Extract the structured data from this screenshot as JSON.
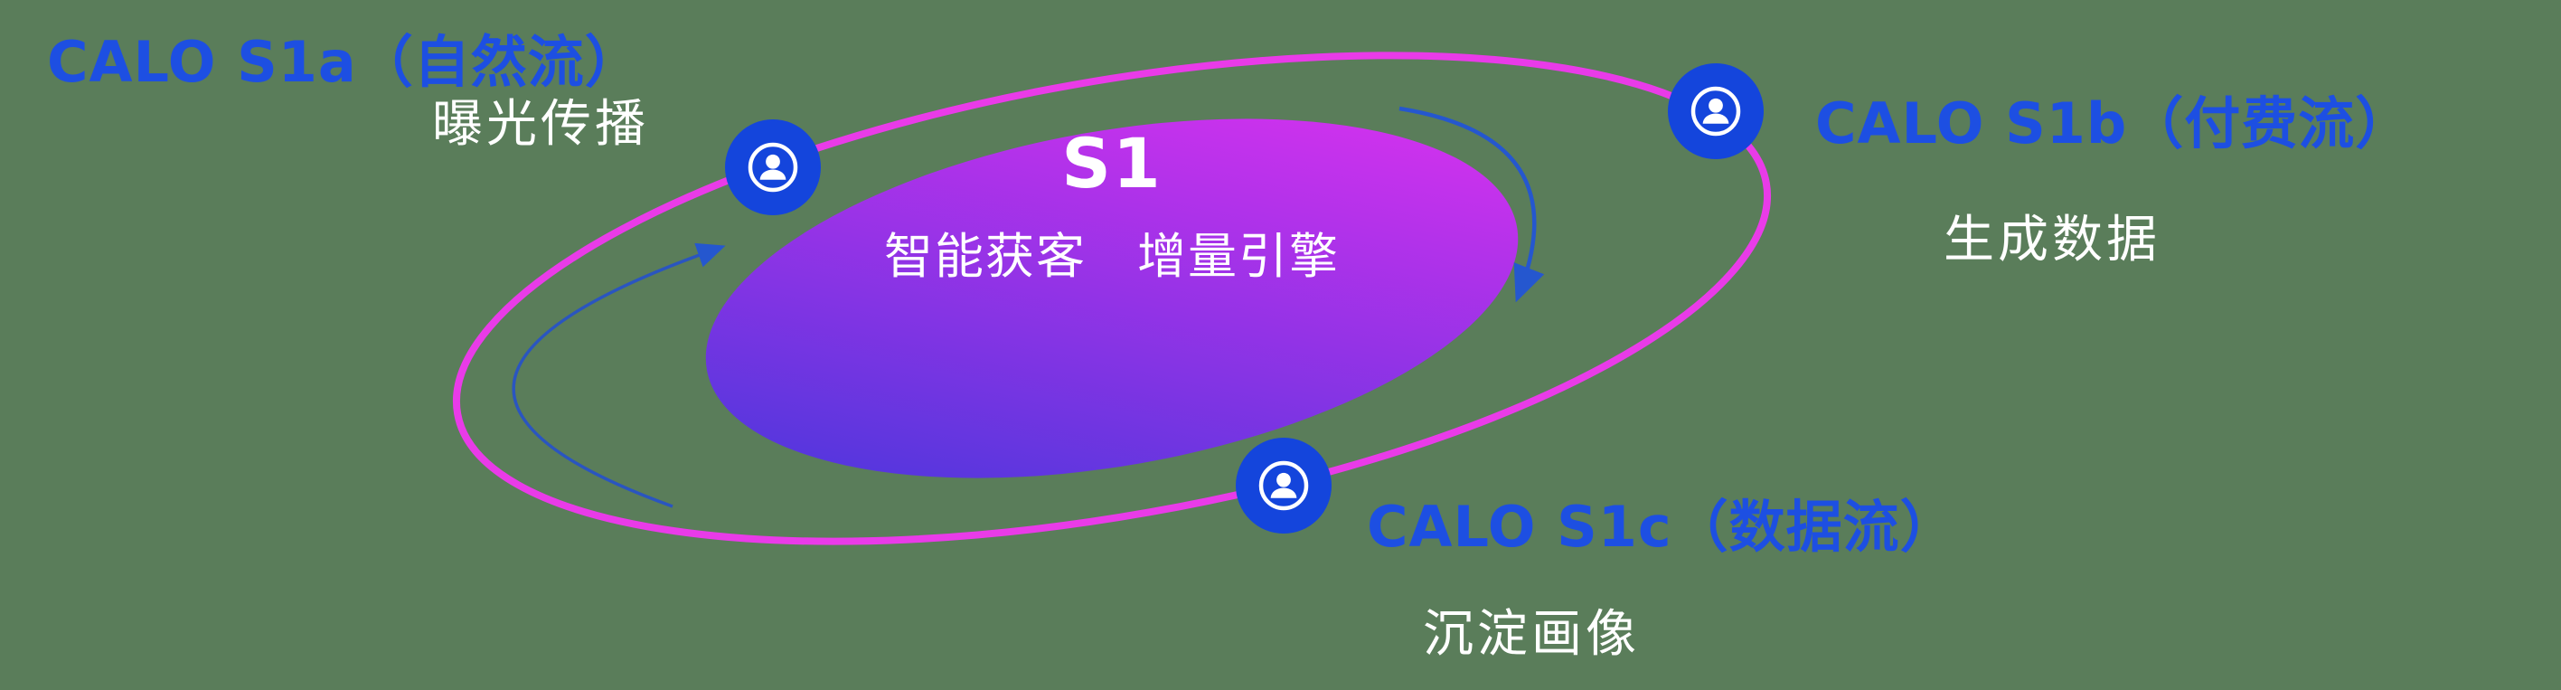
{
  "background_color": "#5a7d5a",
  "colors": {
    "label_blue": "#1d4fe2",
    "node_blue": "#1445dc",
    "orbit_magenta": "#e93be8",
    "core_gradient_start": "#3f38da",
    "core_gradient_mid": "#9333e6",
    "core_gradient_end": "#e431f0",
    "arrow_blue": "#2557cf",
    "subtitle_white": "#ffffff"
  },
  "center": {
    "title": "S1",
    "subtitle": "智能获客　增量引擎"
  },
  "nodes": [
    {
      "id": "s1a",
      "title": "CALO S1a（自然流）",
      "subtitle": "曝光传播",
      "icon": "user-icon"
    },
    {
      "id": "s1b",
      "title": "CALO S1b（付费流）",
      "subtitle": "生成数据",
      "icon": "user-icon"
    },
    {
      "id": "s1c",
      "title": "CALO S1c（数据流）",
      "subtitle": "沉淀画像",
      "icon": "user-icon"
    }
  ]
}
